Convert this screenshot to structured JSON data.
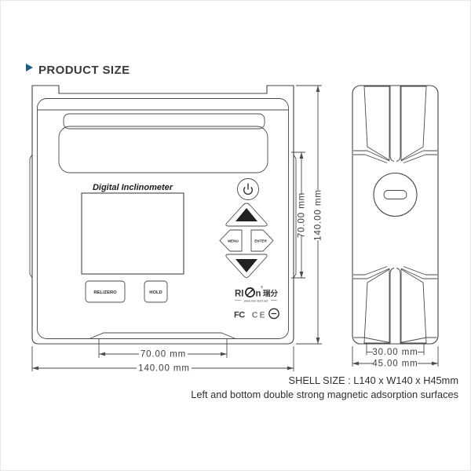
{
  "header": {
    "title": "PRODUCT SIZE",
    "title_color": "#1f5b86",
    "bullet_icon": "right-triangle-icon"
  },
  "front_view": {
    "device_label": "Digital Inclinometer",
    "buttons": {
      "menu": "MENU",
      "enter": "ENTER",
      "rel_zero": "REL/ZERO",
      "hold": "HOLD"
    },
    "icons": {
      "power": "power-icon",
      "up": "up-arrow-icon",
      "down": "down-arrow-icon"
    },
    "brand": {
      "logo_prefix": "RI",
      "logo_circle_icon": "compass-circle-icon",
      "logo_suffix": "n",
      "reg_mark": "®",
      "logo_cn": "瑞分",
      "website": "www.rion-tech.net",
      "marks": {
        "fcc": "FC",
        "ce": "CE",
        "third_icon": "circle-cert-icon"
      }
    },
    "dims": {
      "band_height": "70.00 mm",
      "total_height": "140.00 mm",
      "band_width": "70.00 mm",
      "total_width": "140.00 mm"
    }
  },
  "side_view": {
    "dims": {
      "inner_width": "30.00 mm",
      "total_width": "45.00 mm"
    }
  },
  "footer": {
    "shell_size": "SHELL SIZE : L140 x W140 x H45mm",
    "note": "Left and bottom double strong magnetic adsorption surfaces"
  }
}
